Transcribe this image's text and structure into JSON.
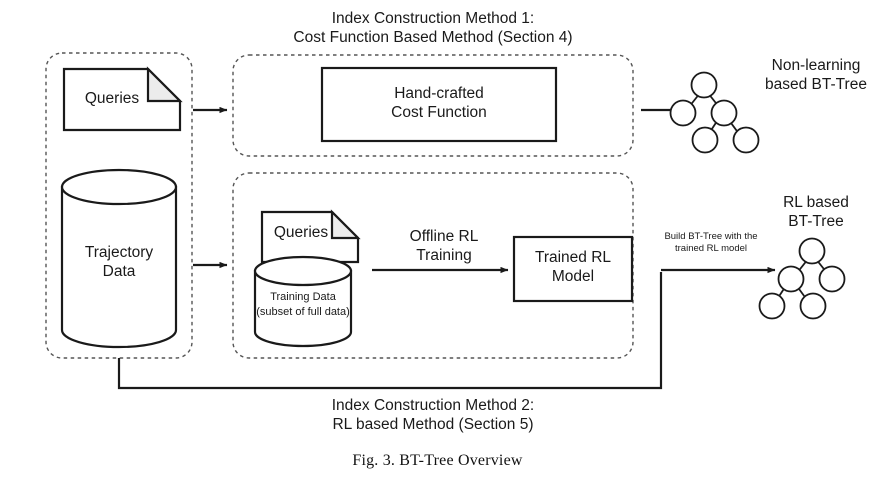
{
  "figure": {
    "caption": "Fig. 3.  BT-Tree Overview",
    "method1_title": "Index Construction Method 1:\nCost Function Based Method (Section 4)",
    "method2_title": "Index Construction Method 2:\nRL based Method (Section 5)",
    "colors": {
      "stroke": "#1a1a1a",
      "dashed_stroke": "#555555",
      "fill": "#ffffff",
      "fold_fill": "#ececec",
      "text": "#1a1a1a"
    }
  },
  "inputs": {
    "queries_label": "Queries",
    "trajectory_label": "Trajectory\nData"
  },
  "method1": {
    "cost_function_box": "Hand-crafted\nCost Function",
    "output_label": "Non-learning\nbased BT-Tree"
  },
  "method2": {
    "queries_label": "Queries",
    "training_data_label": "Training Data",
    "training_data_sub": "(subset of full data)",
    "offline_training_label": "Offline RL\nTraining",
    "trained_model_box": "Trained RL\nModel",
    "build_label": "Build BT-Tree with the\ntrained RL model",
    "output_label": "RL based\nBT-Tree"
  },
  "trees": {
    "nonlearning_name": "bt-tree-nonlearning",
    "rl_name": "bt-tree-rl"
  }
}
